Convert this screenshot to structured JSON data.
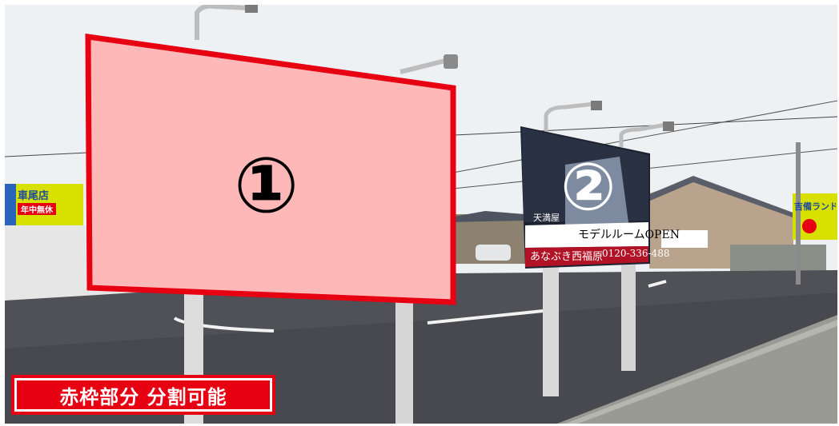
{
  "sign_one": {
    "label": "①"
  },
  "sign_two": {
    "label": "②",
    "headline": "モデルルームOPEN",
    "company": "あなぶき西福原",
    "phone": "0120-336-488",
    "small_text": "天満屋"
  },
  "shop_sign_left": {
    "name": "車尾店",
    "sub": "年中無休"
  },
  "shop_sign_right": {
    "name": "吉備ランド"
  },
  "caption": {
    "text": "赤枠部分 分割可能"
  },
  "colors": {
    "highlight_fill": "#ffb8b8",
    "highlight_border": "#e60012",
    "caption_bg": "#e60012"
  }
}
